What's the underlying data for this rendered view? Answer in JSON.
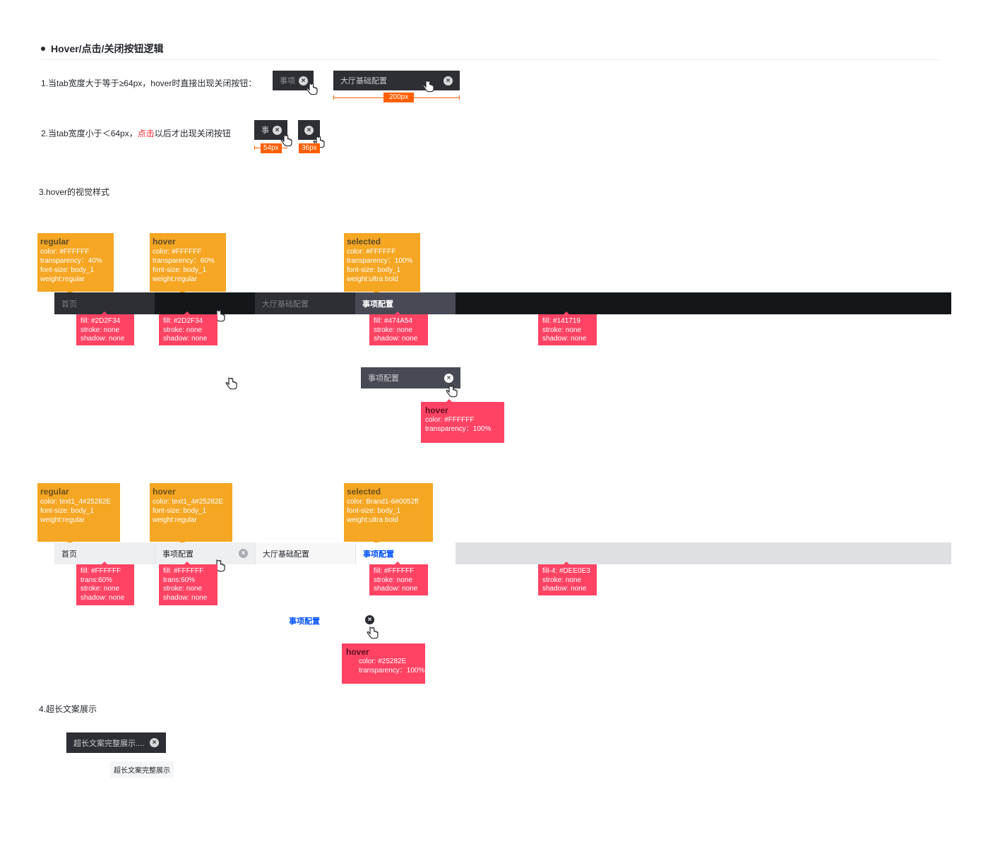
{
  "section_title": "Hover/点击/关闭按钮逻辑",
  "rule1": {
    "text": "1.当tab宽度大于等于≥64px，hover时直接出现关闭按钮：",
    "tab_small_label": "事项",
    "tab_wide_label": "大厅基础配置",
    "measure": "200px"
  },
  "rule2": {
    "text_before": "2.当tab宽度小于＜64px，",
    "text_highlight": "点击",
    "text_after": "以后才出现关闭按钮",
    "tab_label": "事",
    "measure_a": "54px",
    "measure_b": "36px"
  },
  "section3_title": "3.hover的视觉样式",
  "dark": {
    "notes_top": [
      {
        "title": "regular",
        "lines": [
          "color: #FFFFFF",
          "transparency：40%",
          "font-size: body_1",
          "weight:regular"
        ]
      },
      {
        "title": "hover",
        "lines": [
          "color: #FFFFFF",
          "transparency：60%",
          "font-size: body_1",
          "weight:regular"
        ]
      },
      {
        "title": "selected",
        "lines": [
          "color: #FFFFFF",
          "transparency：100%",
          "font-size: body_1",
          "weight:ultra bold"
        ]
      }
    ],
    "tabs": [
      "首页",
      "",
      "大厅基础配置",
      "事项配置"
    ],
    "notes_bottom": [
      {
        "lines": [
          "fill:  #2D2F34",
          "stroke: none",
          "shadow: none"
        ]
      },
      {
        "lines": [
          "fill:  #2D2F34",
          "stroke: none",
          "shadow: none"
        ]
      },
      {
        "lines": [
          "fill:  #474A54",
          "stroke: none",
          "shadow: none"
        ]
      },
      {
        "lines": [
          "fill:  #141719",
          "stroke: none",
          "shadow: none"
        ]
      }
    ],
    "close_demo_label": "事项配置",
    "close_note": {
      "title": "hover",
      "lines": [
        "color:  #FFFFFF",
        "transparency：100%"
      ]
    },
    "colors": {
      "bar": "#141719",
      "tab": "#2D2F34",
      "selected": "#474A54"
    }
  },
  "light": {
    "notes_top": [
      {
        "title": "regular",
        "lines": [
          "color: text1_4#25282E",
          "font-size: body_1",
          "weight:regular"
        ]
      },
      {
        "title": "hover",
        "lines": [
          "color: text1_4#25282E",
          "font-size: body_1",
          "weight:regular"
        ]
      },
      {
        "title": "selected",
        "lines": [
          "color: Brand1-6#0052ff",
          "font-size: body_1",
          "weight:ultra bold"
        ]
      }
    ],
    "tabs": [
      "首页",
      "事项配置",
      "大厅基础配置",
      "事项配置"
    ],
    "notes_bottom": [
      {
        "lines": [
          "fill:  #FFFFFF",
          "trans:60%",
          "stroke: none",
          "shadow: none"
        ]
      },
      {
        "lines": [
          "fill:  #FFFFFF",
          "trans:60%",
          "stroke: none",
          "shadow: none"
        ]
      },
      {
        "lines": [
          "fill:  #FFFFFF",
          "stroke: none",
          "shadow: none"
        ]
      },
      {
        "lines": [
          "fill-4:  #DEE0E3",
          "stroke: none",
          "shadow: none"
        ]
      }
    ],
    "close_demo_label": "事项配置",
    "close_note": {
      "title": "hover",
      "lines": [
        "color:  #25282E",
        "transparency：100%"
      ]
    },
    "colors": {
      "bar": "#DEE0E3",
      "brand": "#0052FF"
    }
  },
  "section4_title": "4.超长文案展示",
  "long_tab_label": "超长文案完整展示....",
  "long_tooltip": "超长文案完整展示",
  "colors": {
    "orange_note": "#F5A623",
    "red_note": "#FF4364",
    "measure": "#FF5F00"
  }
}
